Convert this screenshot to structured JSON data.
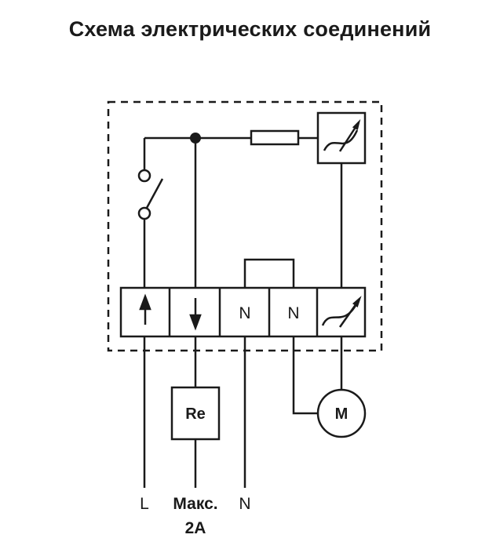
{
  "title": "Схема электрических соединений",
  "diagram": {
    "terminals": {
      "n1": "N",
      "n2": "N"
    },
    "relay_label": "Re",
    "motor_label": "M",
    "bottom_labels": {
      "l": "L",
      "max": "Макс.",
      "current": "2A",
      "n": "N"
    },
    "colors": {
      "line": "#1a1a1a",
      "background": "#ffffff"
    }
  }
}
